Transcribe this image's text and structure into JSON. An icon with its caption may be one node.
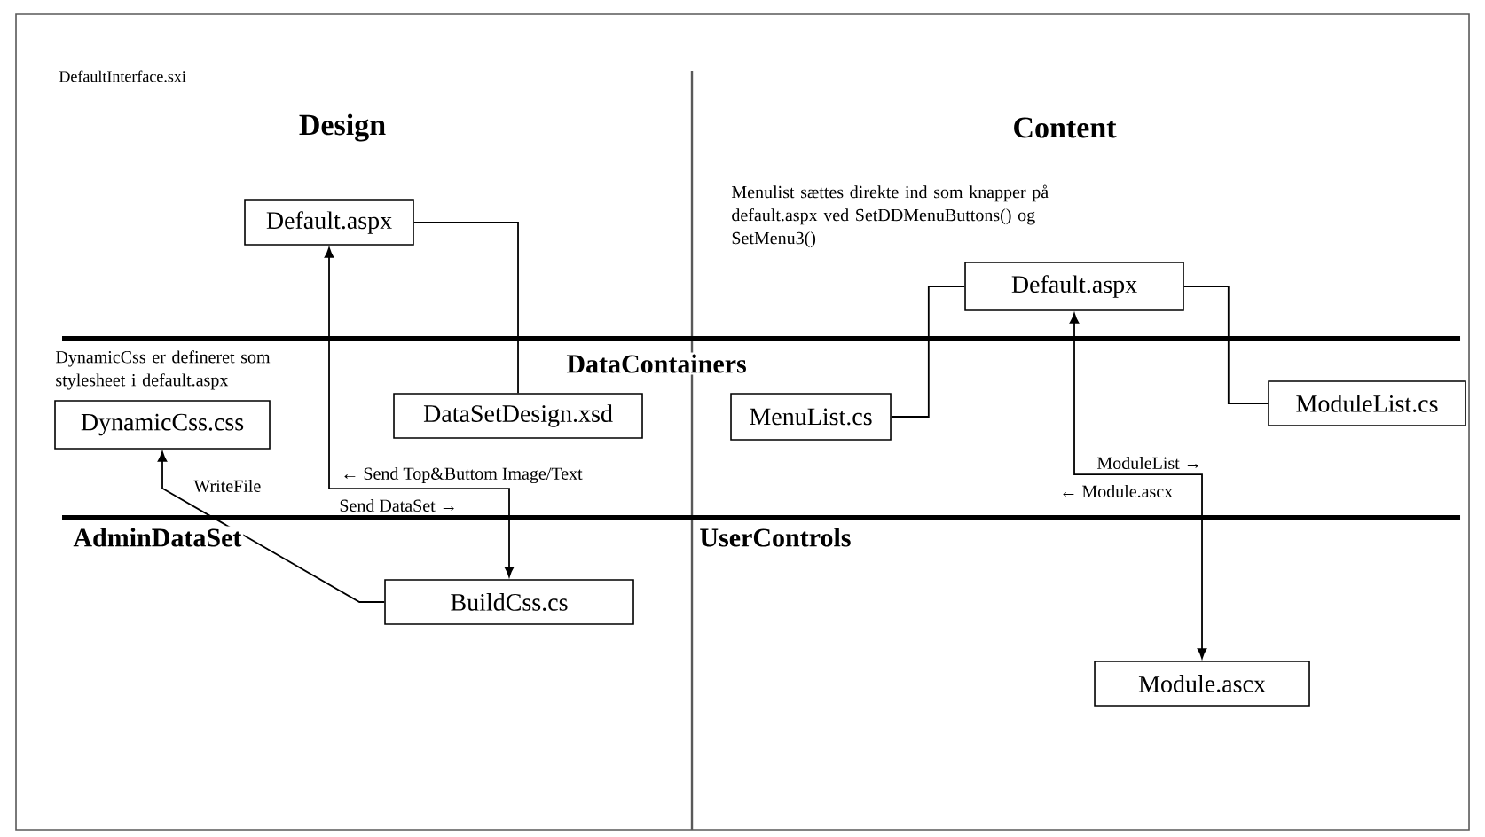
{
  "diagram": {
    "nodes": [
      {
        "text": [
          "Default.aspx"
        ]
      },
      {
        "text": [
          "DynamicCss.css"
        ],
        "beside": [
          "DynamicCss er defineret som stylesheet i default.aspx"
        ]
      },
      {
        "text": [
          "DataSetDesign.xsd"
        ]
      },
      {
        "text": [
          "BuildCss.cs"
        ]
      },
      {
        "text": [
          "Default.aspx"
        ]
      },
      {
        "text": [
          "MenuList.cs"
        ]
      },
      {
        "text": [
          "ModuleList.cs"
        ]
      },
      {
        "text": [
          "Module.ascx"
        ]
      }
    ],
    "edges": [
      {
        "from": 0,
        "to": 2,
        "arrow": "none"
      },
      {
        "from": 3,
        "to": 1,
        "arrow": "to",
        "label": "WriteFile"
      },
      {
        "from": 0,
        "to": 3,
        "arrow": "both",
        "label": "← Send Top&Buttom Image/Text"
      },
      {
        "from": 5,
        "to": 4,
        "arrow": "none"
      },
      {
        "from": 4,
        "to": 6,
        "arrow": "none"
      },
      {
        "from": 4,
        "to": 7,
        "arrow": "both",
        "label": "ModuleList →"
      }
    ],
    "labels": [
      "DefaultInterface.sxi",
      "Design",
      "Content",
      "Menulist sættes direkte ind som knapper på default.aspx ved SetDDMenuButtons() og SetMenu3()",
      "DataContainers",
      "Send DataSet →",
      "AdminDataSet",
      "UserControls",
      "← Module.ascx"
    ]
  }
}
